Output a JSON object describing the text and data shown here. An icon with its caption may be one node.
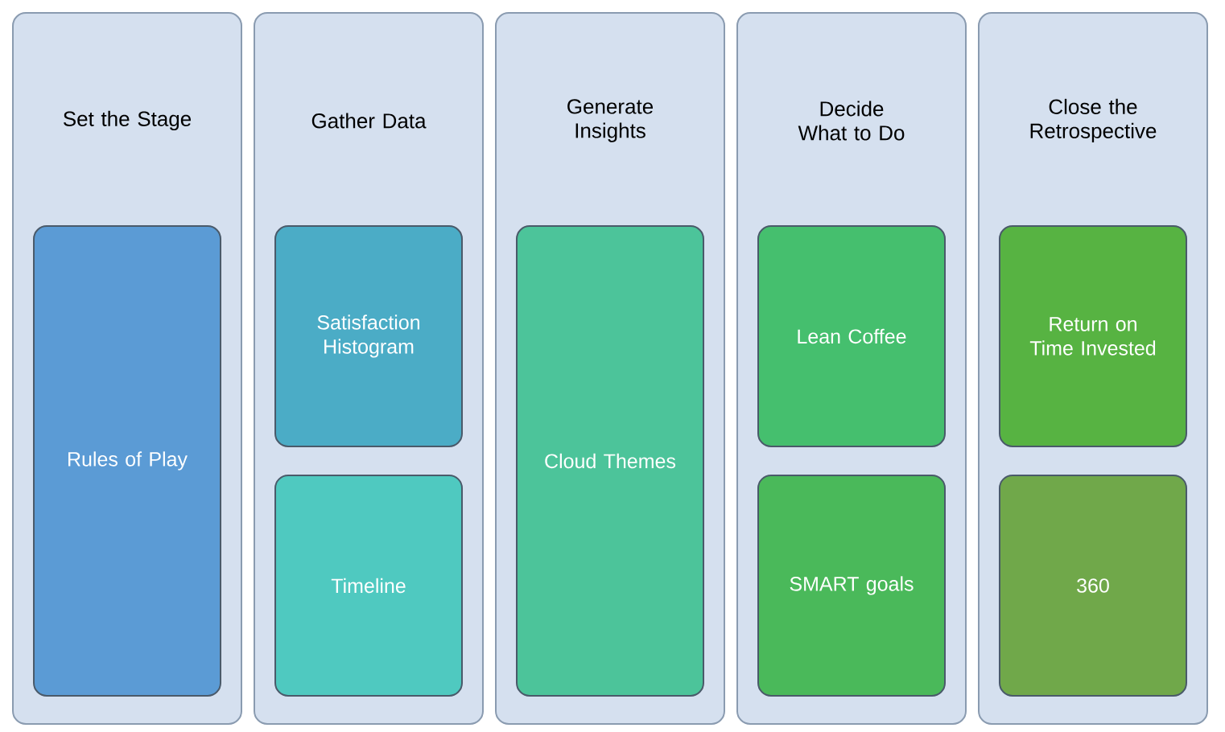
{
  "diagram": {
    "nodes": [
      {
        "text": [
          "Set the Stage"
        ]
      },
      {
        "text": [
          "Rules of Play"
        ],
        "in": 0
      },
      {
        "text": [
          "Gather Data"
        ]
      },
      {
        "text": [
          "Satisfaction Histogram"
        ],
        "in": 2
      },
      {
        "text": [
          "Timeline"
        ],
        "in": 2
      },
      {
        "text": [
          "Generate Insights"
        ]
      },
      {
        "text": [
          "Cloud Themes"
        ],
        "in": 5
      },
      {
        "text": [
          "Decide What to Do"
        ]
      },
      {
        "text": [
          "Lean Coffee"
        ],
        "in": 7
      },
      {
        "text": [
          "SMART goals"
        ],
        "in": 7
      },
      {
        "text": [
          "Close the Retrospective"
        ]
      },
      {
        "text": [
          "Return on Time Invested"
        ],
        "in": 10
      },
      {
        "text": [
          "360"
        ],
        "in": 10
      }
    ]
  }
}
